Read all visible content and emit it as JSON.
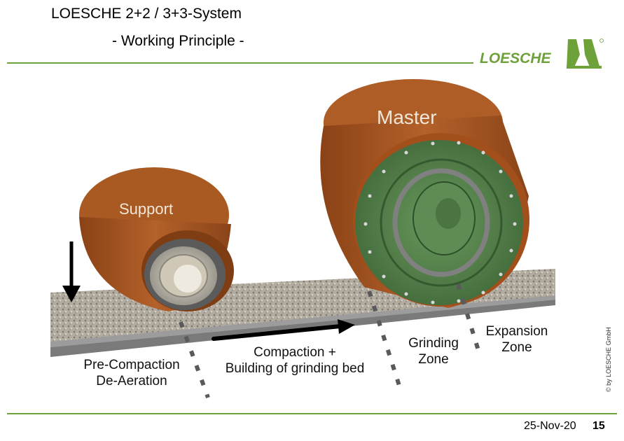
{
  "header": {
    "title": "LOESCHE 2+2 / 3+3-System",
    "subtitle": "- Working Principle -"
  },
  "logo": {
    "text": "LOESCHE"
  },
  "rollers": {
    "master": "Master",
    "support": "Support"
  },
  "zones": {
    "pre_compaction": [
      "Pre-Compaction",
      "De-Aeration"
    ],
    "compaction": [
      "Compaction +",
      "Building of grinding bed"
    ],
    "grinding": [
      "Grinding",
      "Zone"
    ],
    "expansion": [
      "Expansion",
      "Zone"
    ]
  },
  "copyright": "© by LOESCHE GmbH",
  "footer": {
    "date": "25-Nov-20",
    "page": "15"
  },
  "colors": {
    "accent_green": "#6fa13a",
    "roller_brown": "#a5541f",
    "hub_green": "#4f7a45"
  }
}
